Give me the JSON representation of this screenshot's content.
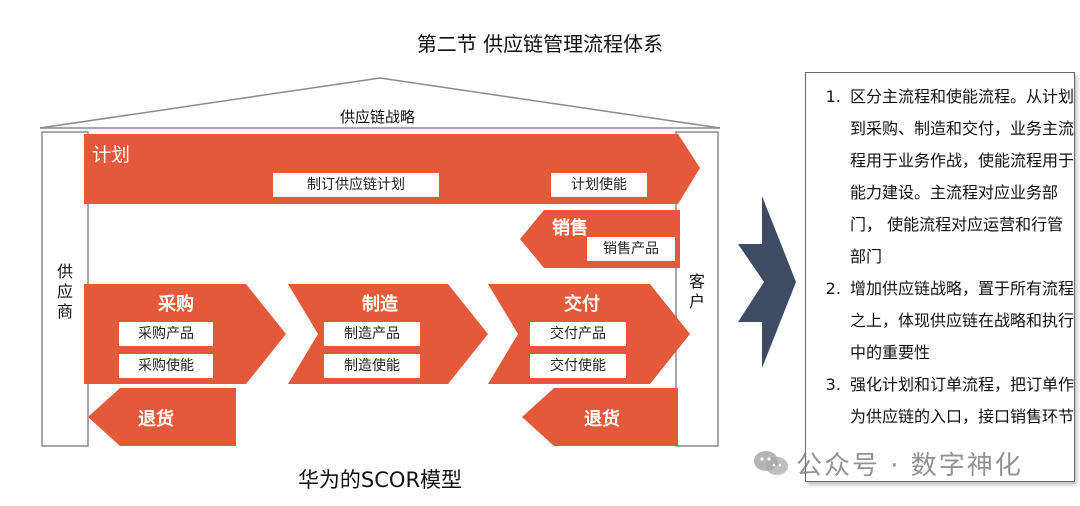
{
  "title": "第二节 供应链管理流程体系",
  "caption": "华为的SCOR模型",
  "strategy_label": "供应链战略",
  "supplier_label": "供应商",
  "customer_label": "客户",
  "plan": {
    "head": "计划",
    "box1": "制订供应链计划",
    "box2": "计划使能"
  },
  "sales": {
    "head": "销售",
    "box": "销售产品"
  },
  "procure": {
    "head": "采购",
    "box1": "采购产品",
    "box2": "采购使能"
  },
  "make": {
    "head": "制造",
    "box1": "制造产品",
    "box2": "制造使能"
  },
  "deliver": {
    "head": "交付",
    "box1": "交付产品",
    "box2": "交付使能"
  },
  "return_left": "退货",
  "return_right": "退货",
  "notes": [
    "区分主流程和使能流程。从计划到采购、制造和交付，业务主流程用于业务作战，使能流程用于能力建设。主流程对应业务部门， 使能流程对应运营和行管部门",
    "增加供应链战略，置于所有流程之上，体现供应链在战略和执行中的重要性",
    "强化计划和订单流程，把订单作为供应链的入口，接口销售环节"
  ],
  "watermark": "公众号 · 数字神化",
  "colors": {
    "orange": "#E4593A",
    "arrow_dark": "#3F4A63",
    "frame": "#8A8A8A"
  }
}
